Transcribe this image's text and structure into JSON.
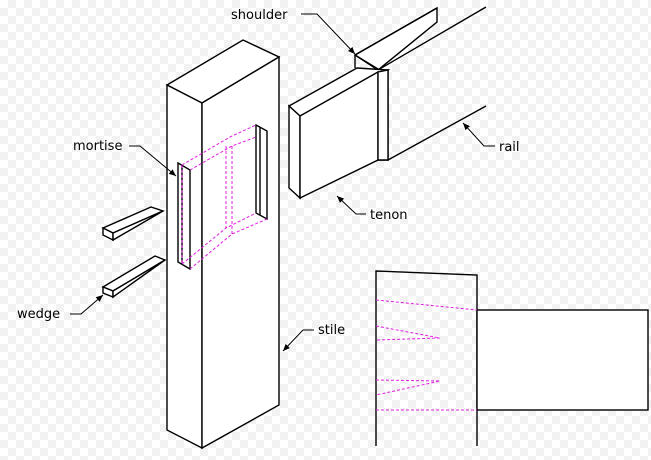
{
  "labels": {
    "shoulder": "shoulder",
    "rail": "rail",
    "mortise": "mortise",
    "tenon": "tenon",
    "wedge": "wedge",
    "stile": "stile"
  },
  "colors": {
    "line": "#000000",
    "hidden_line": "#e11ee1",
    "background": "#ffffff"
  }
}
